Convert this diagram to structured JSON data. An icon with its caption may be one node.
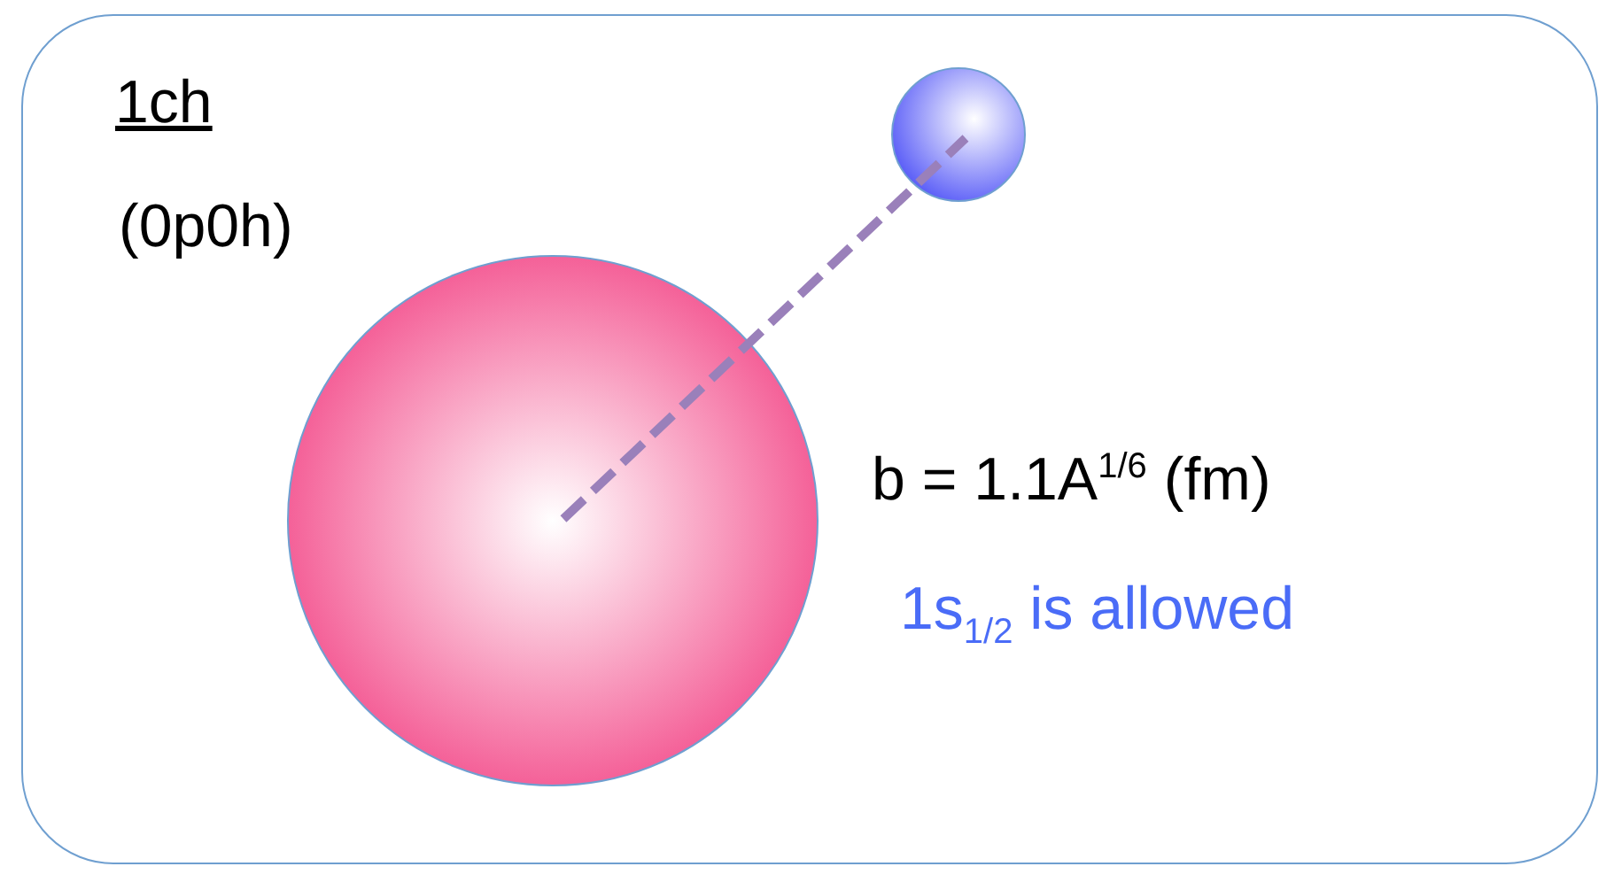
{
  "diagram": {
    "nodes": [
      {
        "text": [
          "1ch",
          "(0p0h)"
        ]
      },
      {
        "text": [],
        "shape": "circle",
        "in": 0
      },
      {
        "text": [],
        "shape": "circle",
        "in": 0
      }
    ],
    "labels": [
      "b = 1.1A$^{1/6}$ (fm)",
      "1s$_{1/2}$ is allowed"
    ]
  }
}
